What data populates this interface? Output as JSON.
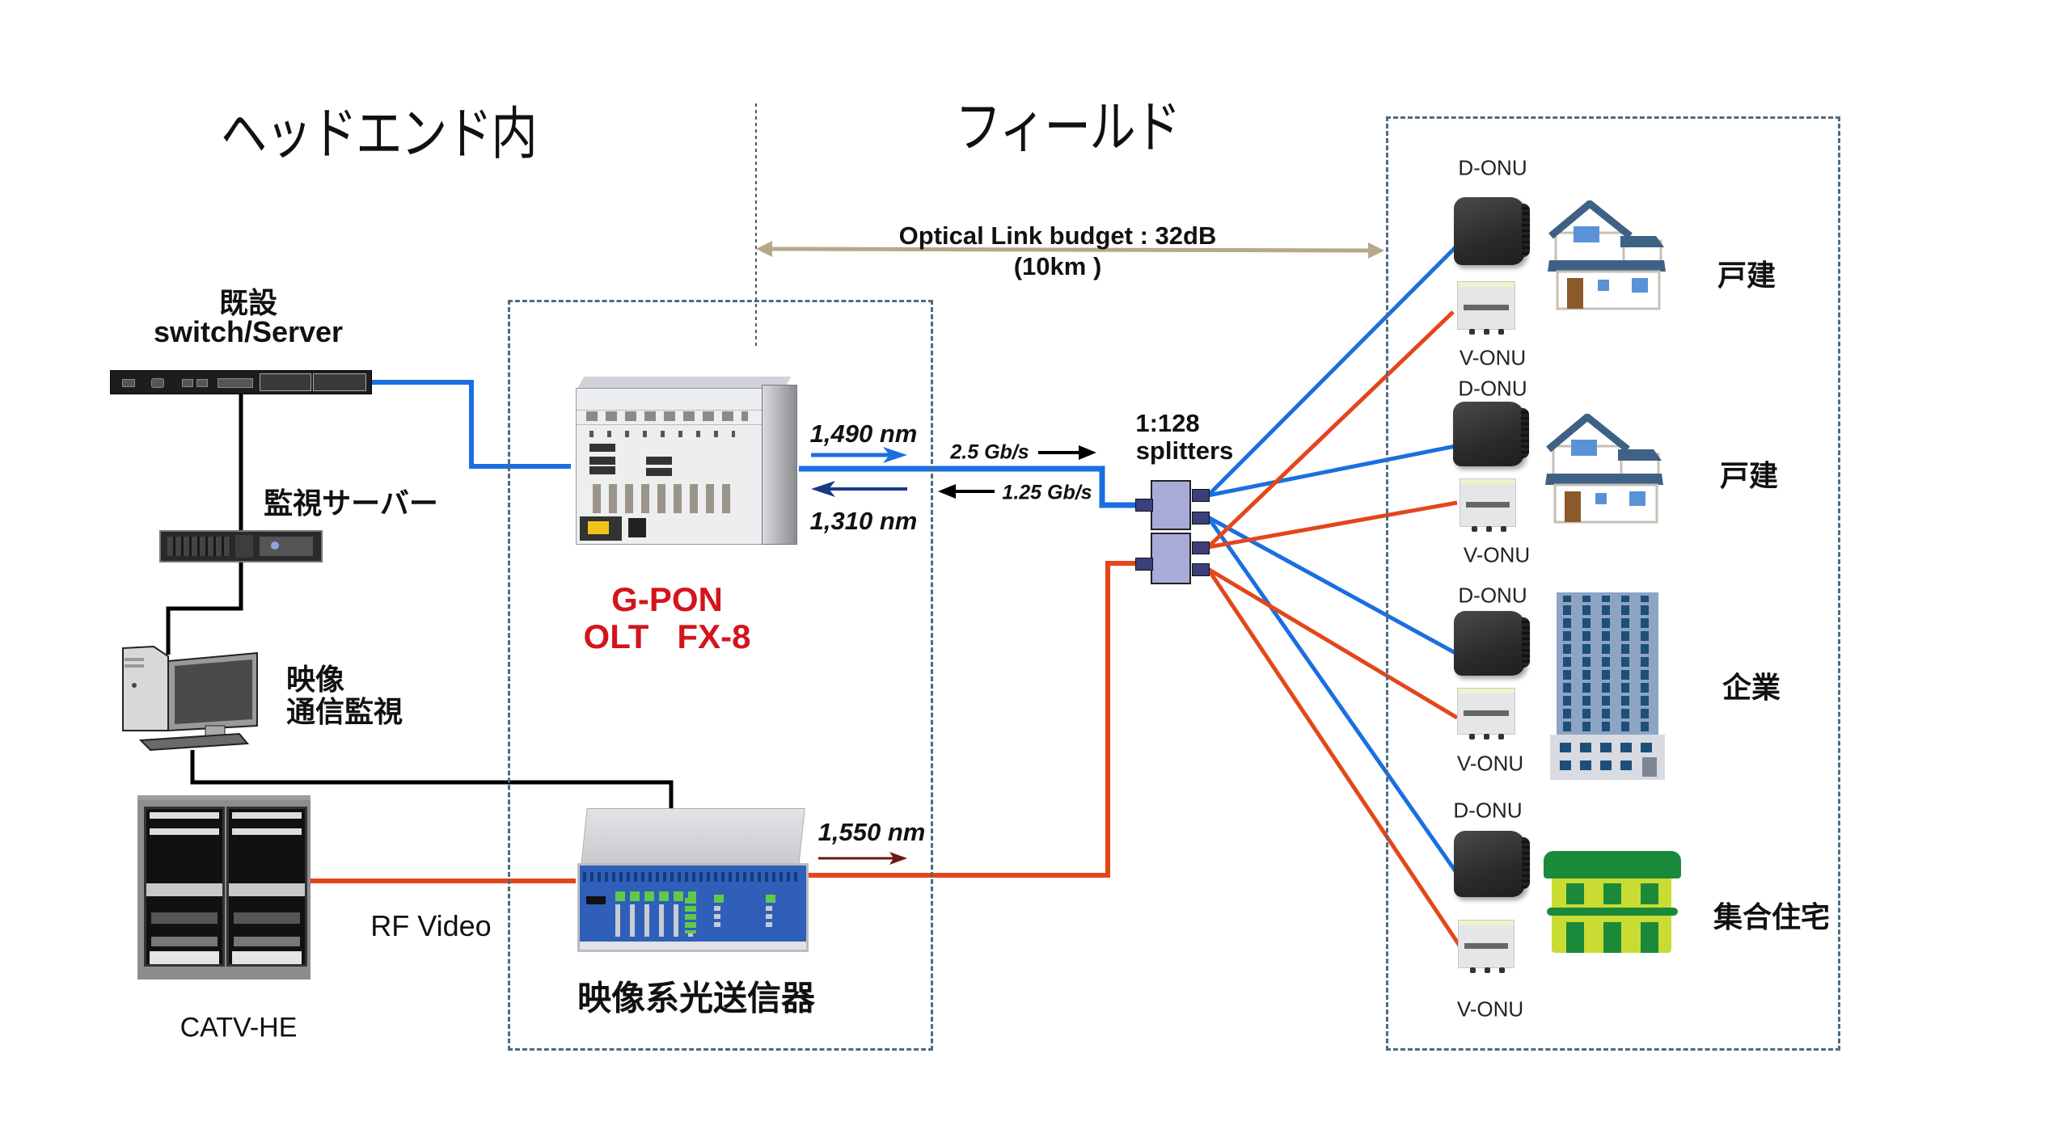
{
  "sections": {
    "headend": "ヘッドエンド内",
    "field": "フィールド"
  },
  "link_budget": {
    "line1": "Optical Link budget : 32dB",
    "line2": "(10km )"
  },
  "headend_devices": {
    "existing_switch": {
      "label1": "既設",
      "label2": "switch/Server"
    },
    "monitor_server": {
      "label": "監視サーバー"
    },
    "monitoring_pc": {
      "label1": "映像",
      "label2": "通信監視"
    },
    "catv_he": {
      "label": "CATV-HE"
    },
    "rf_video": {
      "label": "RF Video"
    },
    "olt": {
      "label1": "G-PON",
      "label2": "OLT   FX-8"
    },
    "video_tx": {
      "label": "映像系光送信器"
    }
  },
  "wavelengths": {
    "downstream": "1,490 nm",
    "upstream": "1,310 nm",
    "video": "1,550 nm",
    "down_rate": "2.5 Gb/s",
    "up_rate": "1.25 Gb/s"
  },
  "splitter": {
    "ratio": "1:128",
    "label": "splitters"
  },
  "subscribers": [
    {
      "d_onu": "D-ONU",
      "v_onu": "V-ONU",
      "type": "戸建",
      "icon": "house-icon"
    },
    {
      "d_onu": "D-ONU",
      "v_onu": "V-ONU",
      "type": "戸建",
      "icon": "house-icon"
    },
    {
      "d_onu": "D-ONU",
      "v_onu": "V-ONU",
      "type": "企業",
      "icon": "office-building-icon"
    },
    {
      "d_onu": "D-ONU",
      "v_onu": "V-ONU",
      "type": "集合住宅",
      "icon": "apartment-icon"
    }
  ],
  "colors": {
    "data_fiber": "#1a6fe0",
    "video_fiber": "#e4461c",
    "control_line": "#000000",
    "link_budget_arrow": "#b5a98a",
    "olt_label": "#d4141c",
    "dash_box": "#4f6b80"
  }
}
